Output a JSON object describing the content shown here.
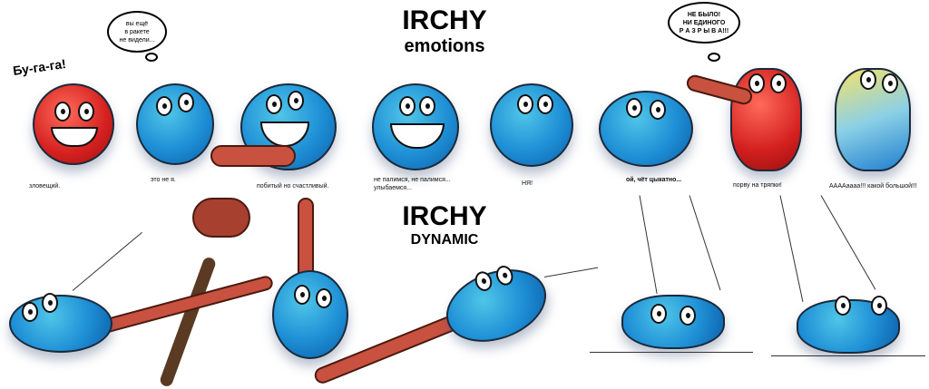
{
  "titles": {
    "top": "IRCHY",
    "top_sub": "emotions",
    "bottom": "IRCHY",
    "bottom_sub": "DYNAMIC"
  },
  "bubbles": {
    "left": [
      "вы ещё",
      "в ракете",
      "не видели..."
    ],
    "right": [
      "НЕ   БЫЛО!",
      "НИ ЕДИНОГО",
      "Р А З Р Ы В А!!!"
    ]
  },
  "exclamation": "Бу-га-га!",
  "captions": [
    "зловещий.",
    "это не я.",
    "побитый но счастливый.",
    "не палимся, не палимся...",
    "улыбаемся...",
    "НЯ!",
    "ой, чёт цыкатно...",
    "порву на тряпки!",
    "ААААаааа!!! какой большой!!!"
  ],
  "colors": {
    "blue": "#1e8fd6",
    "red": "#d4201f",
    "tongue": "#c9513f"
  }
}
